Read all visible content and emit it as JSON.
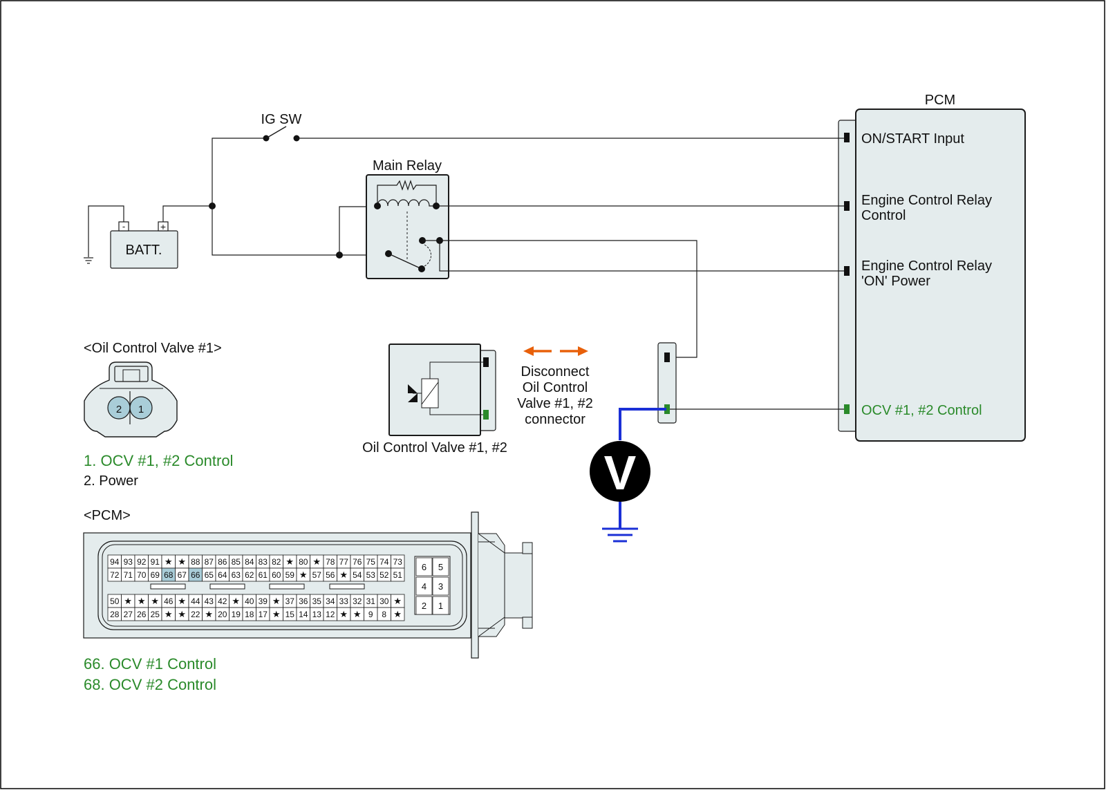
{
  "colors": {
    "wire": "#1a1a1a",
    "body_fill": "#e4eced",
    "highlight_green": "#2a8a2a",
    "meter_wire_blue": "#1a2fd6",
    "arrow_orange": "#e8600a",
    "pin_highlight": "#a9cdd8"
  },
  "labels": {
    "ig_sw": "IG SW",
    "battery": "BATT.",
    "batt_minus": "-",
    "batt_plus": "+",
    "main_relay": "Main Relay",
    "pcm_title": "PCM",
    "pcm_pin_on_start": "ON/START Input",
    "pcm_pin_ecr_control": "Engine Control Relay\nControl",
    "pcm_pin_ecr_on_power": "Engine Control Relay\n'ON' Power",
    "pcm_pin_ocv_control": "OCV #1, #2 Control",
    "ocv_component": "Oil Control Valve #1, #2",
    "disconnect_note": "Disconnect\nOil Control\nValve #1, #2\nconnector",
    "meter_symbol": "V"
  },
  "ocv_connector": {
    "title": "<Oil Control Valve #1>",
    "pins": [
      "2",
      "1"
    ],
    "legend": [
      {
        "text": "1. OCV #1, #2 Control",
        "highlight": true
      },
      {
        "text": "2. Power",
        "highlight": false
      }
    ]
  },
  "pcm_connector": {
    "title": "<PCM>",
    "row1": [
      "94",
      "93",
      "92",
      "91",
      "★",
      "★",
      "88",
      "87",
      "86",
      "85",
      "84",
      "83",
      "82",
      "★",
      "80",
      "★",
      "78",
      "77",
      "76",
      "75",
      "74",
      "73"
    ],
    "row2": [
      "72",
      "71",
      "70",
      "69",
      "68",
      "67",
      "66",
      "65",
      "64",
      "63",
      "62",
      "61",
      "60",
      "59",
      "★",
      "57",
      "56",
      "★",
      "54",
      "53",
      "52",
      "51"
    ],
    "row3": [
      "50",
      "★",
      "★",
      "★",
      "46",
      "★",
      "44",
      "43",
      "42",
      "★",
      "40",
      "39",
      "★",
      "37",
      "36",
      "35",
      "34",
      "33",
      "32",
      "31",
      "30",
      "★"
    ],
    "row4": [
      "28",
      "27",
      "26",
      "25",
      "★",
      "★",
      "22",
      "★",
      "20",
      "19",
      "18",
      "17",
      "★",
      "15",
      "14",
      "13",
      "12",
      "★",
      "★",
      "9",
      "8",
      "★"
    ],
    "highlighted_pins": [
      "68",
      "66"
    ],
    "small_block": [
      [
        "6",
        "5"
      ],
      [
        "4",
        "3"
      ],
      [
        "2",
        "1"
      ]
    ],
    "legend": [
      {
        "text": "66. OCV #1 Control",
        "highlight": true
      },
      {
        "text": "68. OCV #2 Control",
        "highlight": true
      }
    ]
  }
}
